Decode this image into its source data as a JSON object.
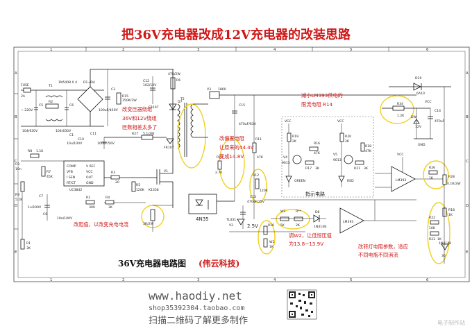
{
  "title": "把36V充电器改成12V充电器的改装思路",
  "frame": {
    "cols": [
      "1",
      "2",
      "3",
      "4",
      "5",
      "6"
    ],
    "rows": [
      "A",
      "B",
      "C",
      "D",
      "E"
    ]
  },
  "annotations": {
    "transformer": [
      "改变压器绕组",
      "36V和12V绕组",
      "匝数相差太多了"
    ],
    "bias": [
      "改偏置电阻",
      "让原来的44.4V",
      "变成14.8V"
    ],
    "lm393": [
      "减小LM393供电的",
      "限流电阻 R14"
    ],
    "current": "改阻值，以改变充电电流",
    "w2": [
      "调W2，让低恒压值",
      "为13.8~13.9V"
    ],
    "lamp": [
      "改转灯电阻参数，适应",
      "不同电瓶不同消流"
    ]
  },
  "caption": {
    "main": "36V充电器电路图",
    "author": "(伟云科技)"
  },
  "site": "www.haodiy.net",
  "shop": "shop35392304.taobao.com",
  "scan": "扫描二维码了解更多制作",
  "watermark": "电子制作站",
  "components": {
    "fuse": "FUSE",
    "fuse_rating": "2A",
    "ac_in": "~ 220V",
    "c5": "C5",
    "c5_val": "104/630V",
    "c6": "C6",
    "c6_val": "104/630V",
    "t1": "T1",
    "r2": "R2",
    "bridge": "1N5408 X 4",
    "d1d4": "D1~D4",
    "c1": "C1",
    "c1_val": "100uF/450V",
    "c3": "C3",
    "r15": "R15",
    "r15_val": "150K/2W",
    "c12": "C12",
    "c12_val": "102/1KV",
    "r6": "R6",
    "r6_val": "47K/2W",
    "d7": "D7",
    "fr107": "FR107",
    "fr107b": "FR107",
    "t2": "T2",
    "v3": "V3",
    "v3_val": "1860",
    "c15": "C15",
    "c15_val": "470uF/63V",
    "d10": "D10",
    "d10_val": "6A10",
    "r34": "R34",
    "r34_val": "1.2K",
    "dw": "DW",
    "dw_val": "12V",
    "c14": "C14",
    "c14_val": "470uF",
    "vcc": "VCC",
    "gnd": "GND",
    "r27": "R27",
    "r27_val": "5.1/2W",
    "c11": "C11",
    "c10": "C10",
    "c10_val": "10u/100V",
    "c11_val": "100uF/50V",
    "r8": "R8",
    "r8_val": "1.1K",
    "c9": "C9",
    "c9_val": "10n",
    "r7": "R7",
    "r7_val": "45K",
    "r9": "R9",
    "r9_val": "5.1K",
    "c8": "C8",
    "c8_val": "10n/100V",
    "ic_pin1": "COMP",
    "ic_pin2": "VFB",
    "ic_pin3": "I SEN",
    "ic_pin4": "RT/CT",
    "ic_pin5": "V REF",
    "ic_pin6": "VCC",
    "ic_pin7": "OUT",
    "ic_pin8": "GND",
    "ic": "UC3842",
    "r3": "R3",
    "r3_val": "20",
    "r4": "R4",
    "r4_val": "3K",
    "r2b": "R2",
    "r2b_val": "300",
    "r5": "R5",
    "r5_val": "120K",
    "v1": "V1",
    "k1358": "K1358",
    "r1": "R1",
    "r1_val": "3K",
    "c7": "C7",
    "c7_val": "1n/100V",
    "r_sense": "3R/2W",
    "opto": "4N35",
    "r13": "R13",
    "r13_val": "2.7K",
    "r11": "R11",
    "r11_val": "47K",
    "r12": "R12",
    "r12_val": "120K",
    "c13": "C13",
    "c13_val": "470uF/25V",
    "tl431": "TL431",
    "v2": "V2",
    "vref_txt": "2.5V",
    "r10": "R10",
    "w1": "W1",
    "w1_val": "1K",
    "w2": "W2",
    "w2_val": "5K",
    "r_w2": "R**",
    "r_w2_val": "2K",
    "d8": "D8",
    "d8_val": "1N4148",
    "r19": "R19",
    "r19_val": "2K",
    "r16": "R16",
    "r16_val": "47K",
    "v4": "V4",
    "v4_val": "9013",
    "r17": "R17",
    "r17_val": "3K",
    "r20": "R20",
    "r20_val": "2K",
    "r18b": "R18",
    "r18b_val": "47K",
    "v5": "V5",
    "v5_val": "9013",
    "r21": "R21",
    "r21_val": "3K",
    "green": "GREEN",
    "red": "RED",
    "indicator": "指示电路",
    "lm393a": "LM393",
    "lm393b": "LM393",
    "r26": "R26",
    "r26_val": "1K",
    "r28": "R28",
    "r28_val": "0.1R/2W",
    "r22": "R22",
    "r22_val": "10K",
    "r23": "R23",
    "r23_val": "1K",
    "r18": "R18",
    "r18_val": "1K",
    "d9": "1N4148",
    "c_out": "30"
  }
}
